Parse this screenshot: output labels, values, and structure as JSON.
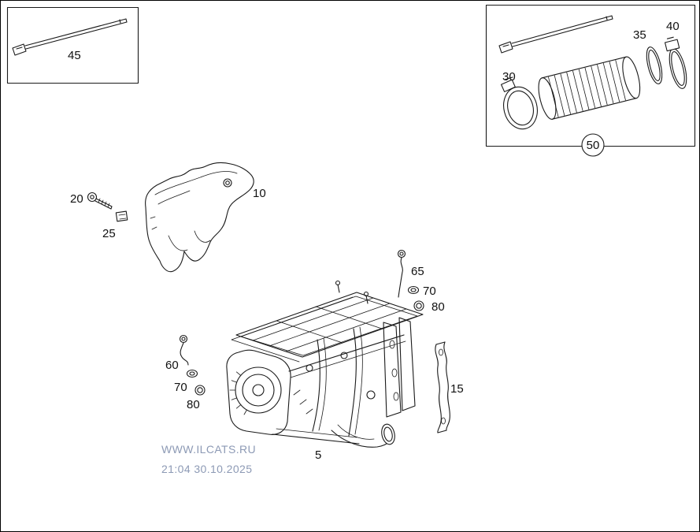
{
  "colors": {
    "background": "#ffffff",
    "line_art": "#1a1a1a",
    "watermark": "#8d9ab5"
  },
  "watermark": {
    "site": "WWW.ILCATS.RU",
    "timestamp": "21:04 30.10.2025"
  },
  "labels": {
    "strap": "45",
    "clamp_front": "30",
    "gasket": "35",
    "clamp_rear": "40",
    "kit_circle": "50",
    "heat_shield": "10",
    "bolt": "20",
    "clip_nut": "25",
    "sensor_line_left": "60",
    "seal_ring_left": "70",
    "nut_left": "80",
    "sensor_line_right": "65",
    "seal_ring_right": "70",
    "nut_right": "80",
    "bracket": "15",
    "main_unit": "5"
  }
}
